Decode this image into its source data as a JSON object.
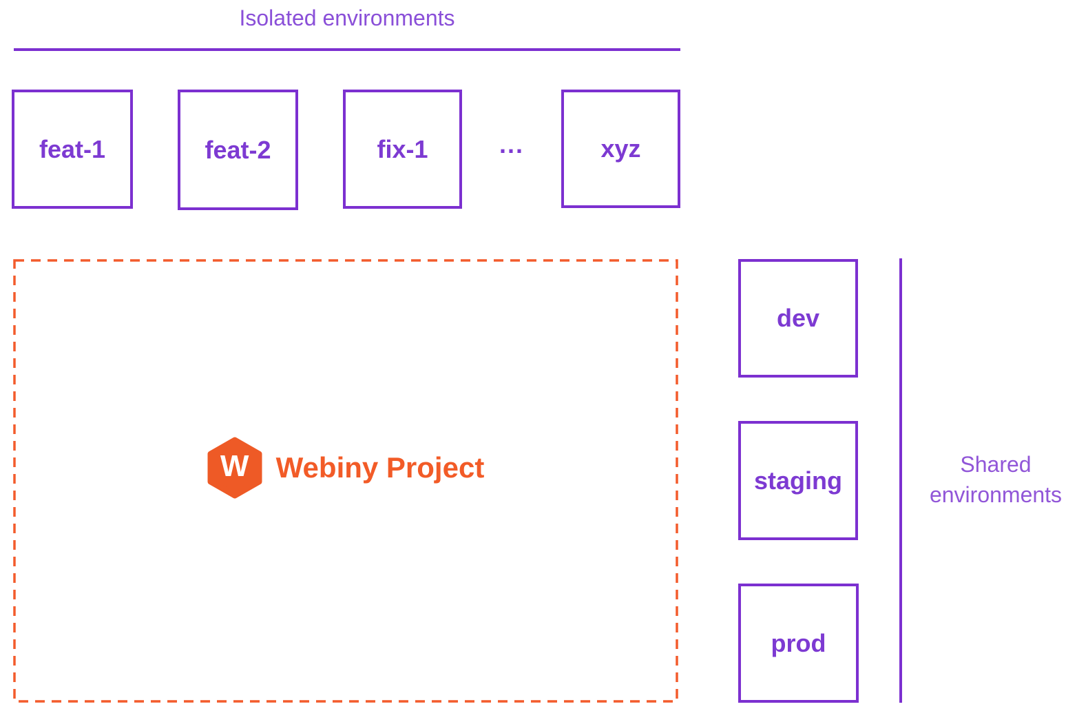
{
  "colors": {
    "purple_line": "#7c30d0",
    "purple_label": "#7d3ad2",
    "purple_title": "#8a4fd8",
    "purple_shared_text": "#9156d8",
    "orange_dashed_border": "#f35b2c",
    "orange_logo": "#ee5a26",
    "orange_text": "#f25b27"
  },
  "isolated_environments": {
    "title": "Isolated environments",
    "boxes": [
      {
        "label": "feat-1"
      },
      {
        "label": "feat-2"
      },
      {
        "label": "fix-1"
      },
      {
        "label": "xyz"
      }
    ],
    "ellipsis": "..."
  },
  "webiny_project": {
    "label": "Webiny Project",
    "logo_letter": "W"
  },
  "shared_environments": {
    "title_line1": "Shared",
    "title_line2": "environments",
    "boxes": [
      {
        "label": "dev"
      },
      {
        "label": "staging"
      },
      {
        "label": "prod"
      }
    ]
  }
}
